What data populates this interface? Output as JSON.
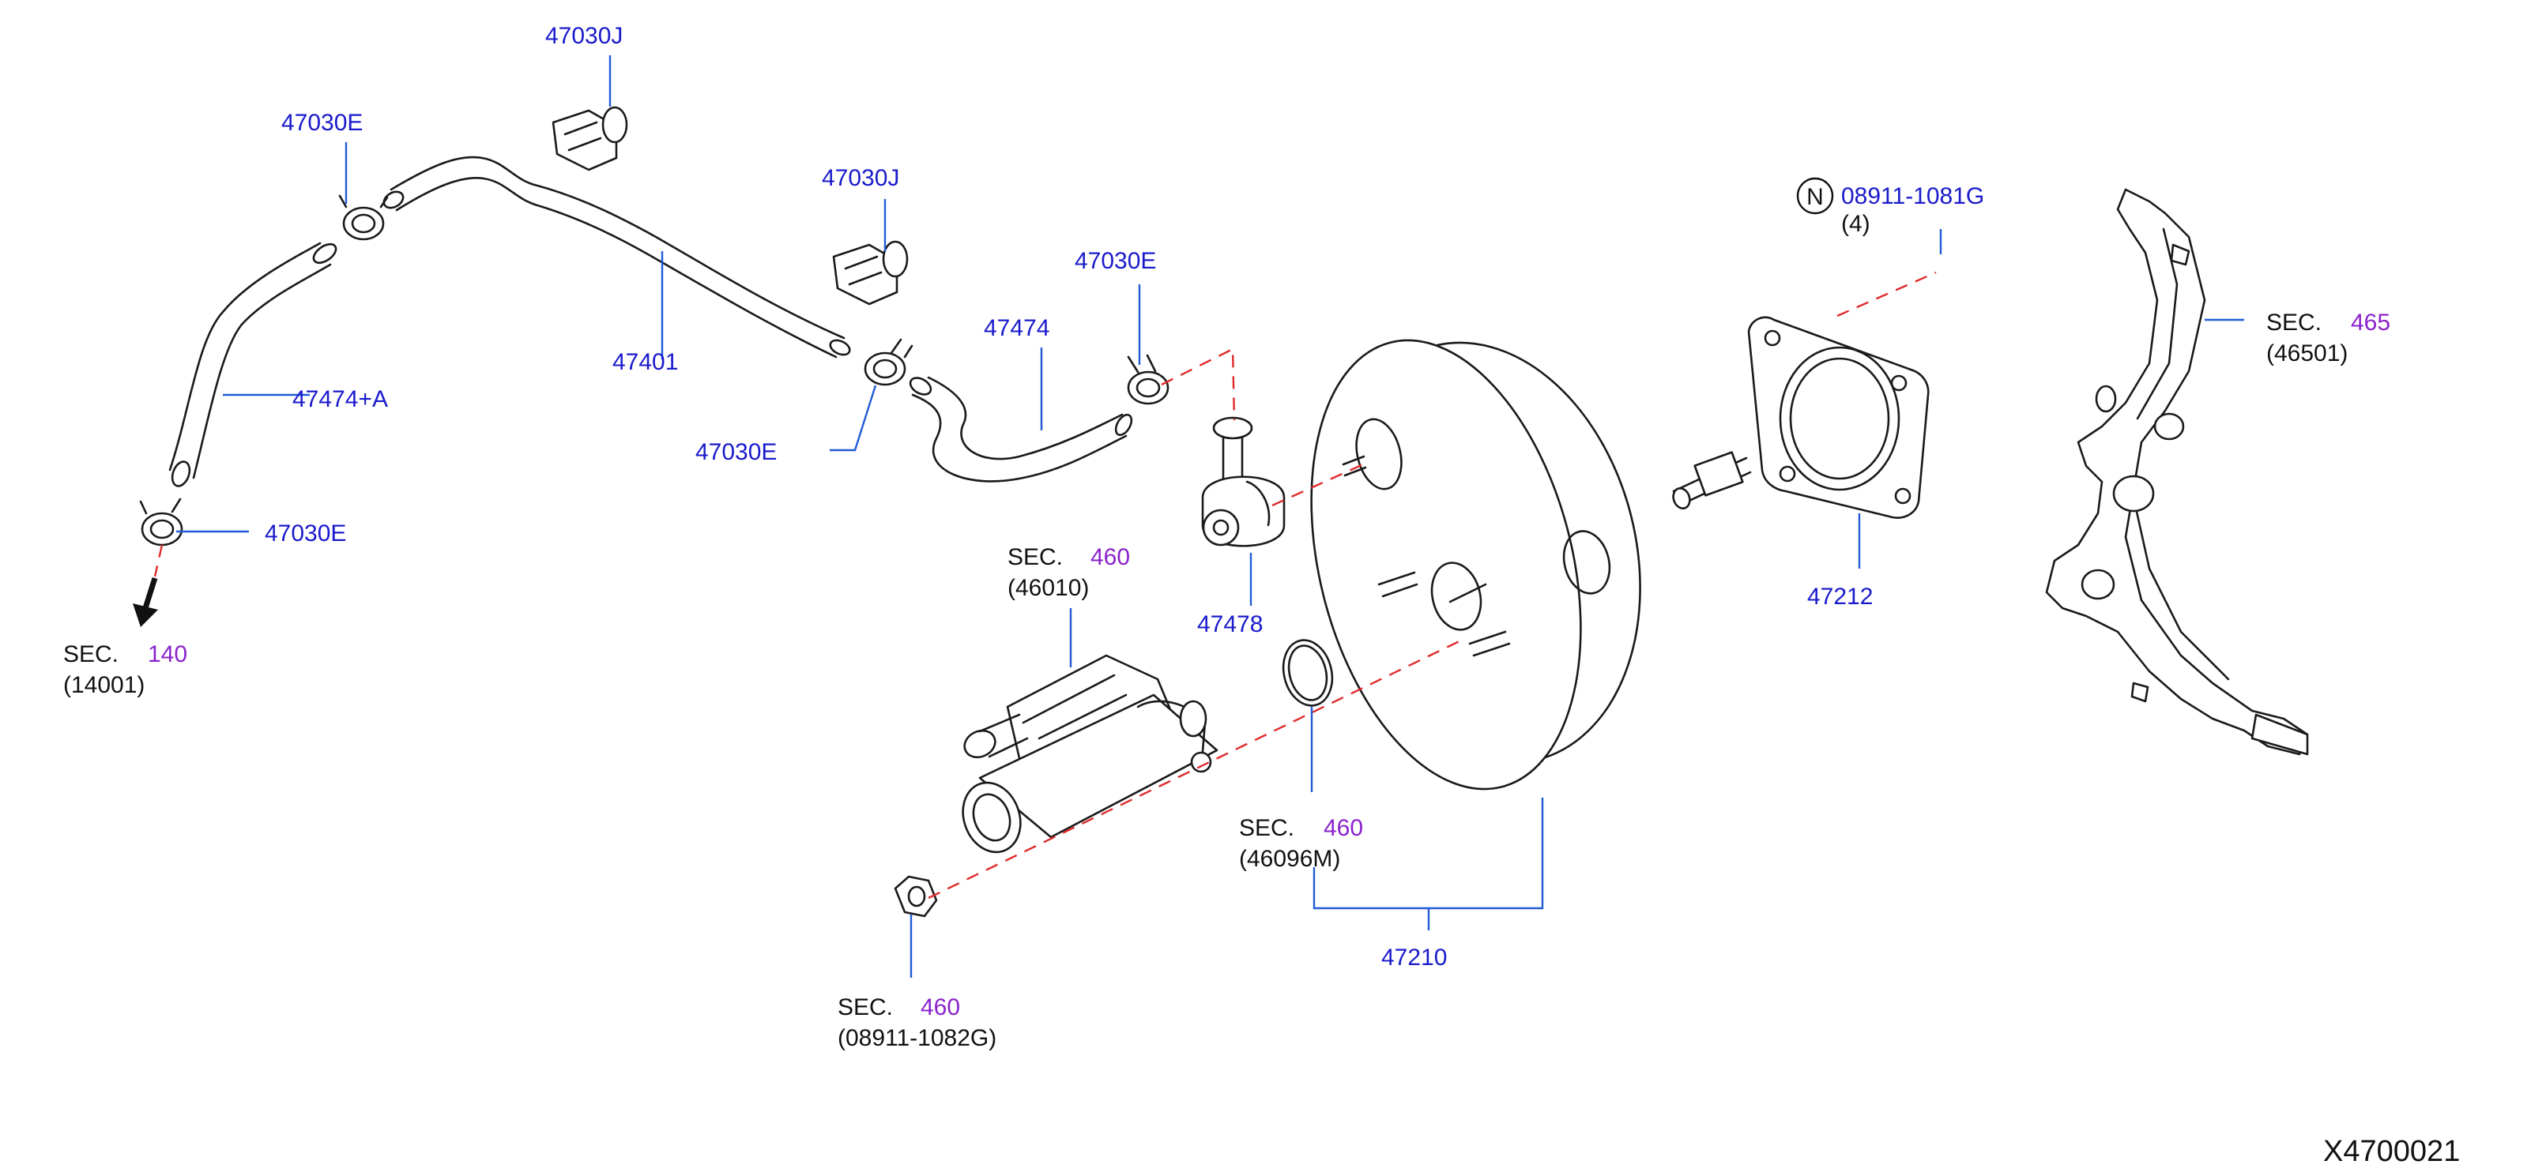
{
  "diagram_code": "X4700021",
  "colors": {
    "part_number": "#1a1acc",
    "section_number": "#8a22cc",
    "leader_line": "#1f5bd6",
    "guide_line": "#e02a2a",
    "drawing": "#1a1a1a"
  },
  "parts": {
    "clip_47030j_top": "47030J",
    "clamp_47030e_upper_left": "47030E",
    "clip_47030j_mid": "47030J",
    "clamp_47030e_mid_right": "47030E",
    "hose_47474a": "47474+A",
    "hose_47401": "47401",
    "clamp_47030e_lower_mid": "47030E",
    "hose_47474": "47474",
    "clamp_47030e_bottom_left": "47030E",
    "valve_47478": "47478",
    "gasket_47212": "47212",
    "booster_47210": "47210"
  },
  "nut_callout": {
    "badge": "N",
    "part": "08911-1081G",
    "qty": "(4)"
  },
  "sections": {
    "sec140": {
      "sec": "SEC.",
      "num": "140",
      "ref": "(14001)"
    },
    "sec460_master": {
      "sec": "SEC.",
      "num": "460",
      "ref": "(46010)"
    },
    "sec460_oring": {
      "sec": "SEC.",
      "num": "460",
      "ref": "(46096M)"
    },
    "sec460_nut": {
      "sec": "SEC.",
      "num": "460",
      "ref": "(08911-1082G)"
    },
    "sec465": {
      "sec": "SEC.",
      "num": "465",
      "ref": "(46501)"
    }
  }
}
